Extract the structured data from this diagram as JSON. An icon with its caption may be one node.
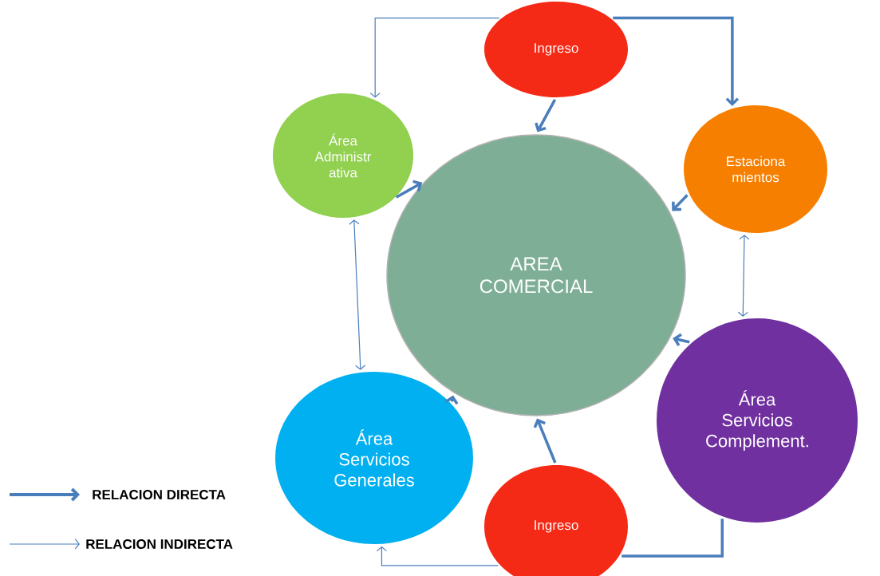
{
  "diagram": {
    "nodes": [
      {
        "text": [
          "Ingreso"
        ]
      },
      {
        "text": [
          "Área Administr ativa"
        ]
      },
      {
        "text": [
          "Estaciona mientos"
        ]
      },
      {
        "text": [
          "AREA COMERCIAL"
        ]
      },
      {
        "text": [
          "Área Servicios Generales"
        ]
      },
      {
        "text": [
          "Área Servicios Complement."
        ]
      },
      {
        "text": [
          "Ingreso"
        ]
      }
    ],
    "edges": [
      {
        "from": 0,
        "to": 1,
        "arrow": "to"
      },
      {
        "from": 0,
        "to": 2,
        "arrow": "to"
      },
      {
        "from": 0,
        "to": 3,
        "arrow": "to"
      },
      {
        "from": 1,
        "to": 3,
        "arrow": "to"
      },
      {
        "from": 2,
        "to": 3,
        "arrow": "to"
      },
      {
        "from": 1,
        "to": 4,
        "arrow": "both"
      },
      {
        "from": 2,
        "to": 5,
        "arrow": "both"
      },
      {
        "from": 5,
        "to": 3,
        "arrow": "to"
      },
      {
        "from": 4,
        "to": 3,
        "arrow": "to"
      },
      {
        "from": 6,
        "to": 3,
        "arrow": "to"
      },
      {
        "from": 6,
        "to": 4,
        "arrow": "to"
      },
      {
        "from": 6,
        "to": 5,
        "arrow": "none"
      }
    ],
    "legend": [
      {
        "text": "RELACION DIRECTA"
      },
      {
        "text": "RELACION INDIRECTA"
      }
    ]
  }
}
